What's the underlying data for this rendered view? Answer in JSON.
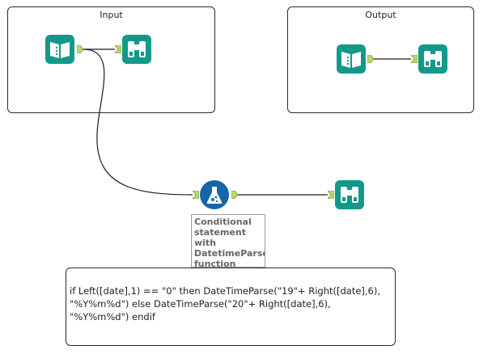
{
  "containers": {
    "input": {
      "title": "Input"
    },
    "output": {
      "title": "Output"
    }
  },
  "tools": {
    "input_data_1": {
      "icon": "input-data-book-icon"
    },
    "browse_1": {
      "icon": "browse-binoculars-icon"
    },
    "input_data_2": {
      "icon": "input-data-book-icon"
    },
    "browse_2": {
      "icon": "browse-binoculars-icon"
    },
    "formula": {
      "icon": "formula-flask-icon"
    },
    "browse_3": {
      "icon": "browse-binoculars-icon"
    }
  },
  "formula_annotation": "Conditional statement with DatetimeParse function",
  "comment_text": "if Left([date],1) == \"0\" then DateTimeParse(\"19\"+ Right([date],6), \"%Y%m%d\") else DateTimeParse(\"20\"+ Right([date],6), \"%Y%m%d\") endif",
  "colors": {
    "tool_teal": "#13998a",
    "formula_blue": "#1565a8",
    "anchor_green": "#b9d96a",
    "wire": "#1a1a1a"
  }
}
